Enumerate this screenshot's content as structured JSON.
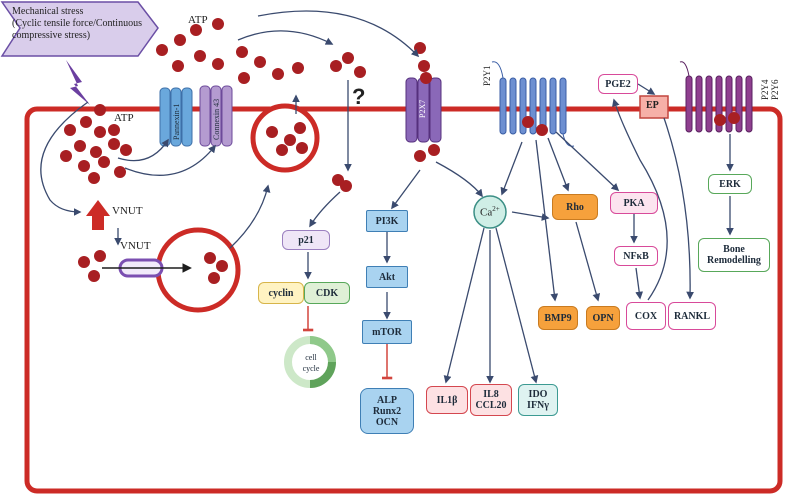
{
  "stimulus": {
    "line1": "Mechanical stress",
    "line2": "(Cyclic tensile force/Continuous",
    "line3": "compressive stress)"
  },
  "labels": {
    "atp_outside": "ATP",
    "atp_inside": "ATP",
    "vnut_upper": "VNUT",
    "vnut_lower": "VNUT",
    "question": "?",
    "pannexin": "Pannexin-1",
    "connexin": "Connexin 43",
    "p2x": "P2X7",
    "p2y1": "P2Y1",
    "p2y46": "P2Y4",
    "p2y46b": "P2Y6",
    "ca": "Ca",
    "ca_sup": "2+"
  },
  "nodes": {
    "p21": "p21",
    "cyclin": "cyclin",
    "cdk": "CDK",
    "cell_cycle_1": "cell",
    "cell_cycle_2": "cycle",
    "pi3k": "PI3K",
    "akt": "Akt",
    "mtor": "mTOR",
    "alp": "ALP",
    "runx2": "Runx2",
    "ocn": "OCN",
    "il1b": "IL1β",
    "il8": "IL8",
    "ccl20": "CCL20",
    "ido": "IDO",
    "ifng": "IFNγ",
    "bmp9": "BMP9",
    "rho": "Rho",
    "opn": "OPN",
    "pka": "PKA",
    "nfkb": "NFκB",
    "cox": "COX",
    "pge2": "PGE2",
    "ep": "EP",
    "rankl": "RANKL",
    "erk": "ERK",
    "bone1": "Bone",
    "bone2": "Remodelling"
  },
  "colors": {
    "membrane": "#cc2b26",
    "atp_dot": "#a81f22",
    "receptor_blue": "#4f7fc4",
    "receptor_purple": "#7a3a8c",
    "arrow": "#3a4a6e",
    "inhibit": "#d2453e"
  }
}
